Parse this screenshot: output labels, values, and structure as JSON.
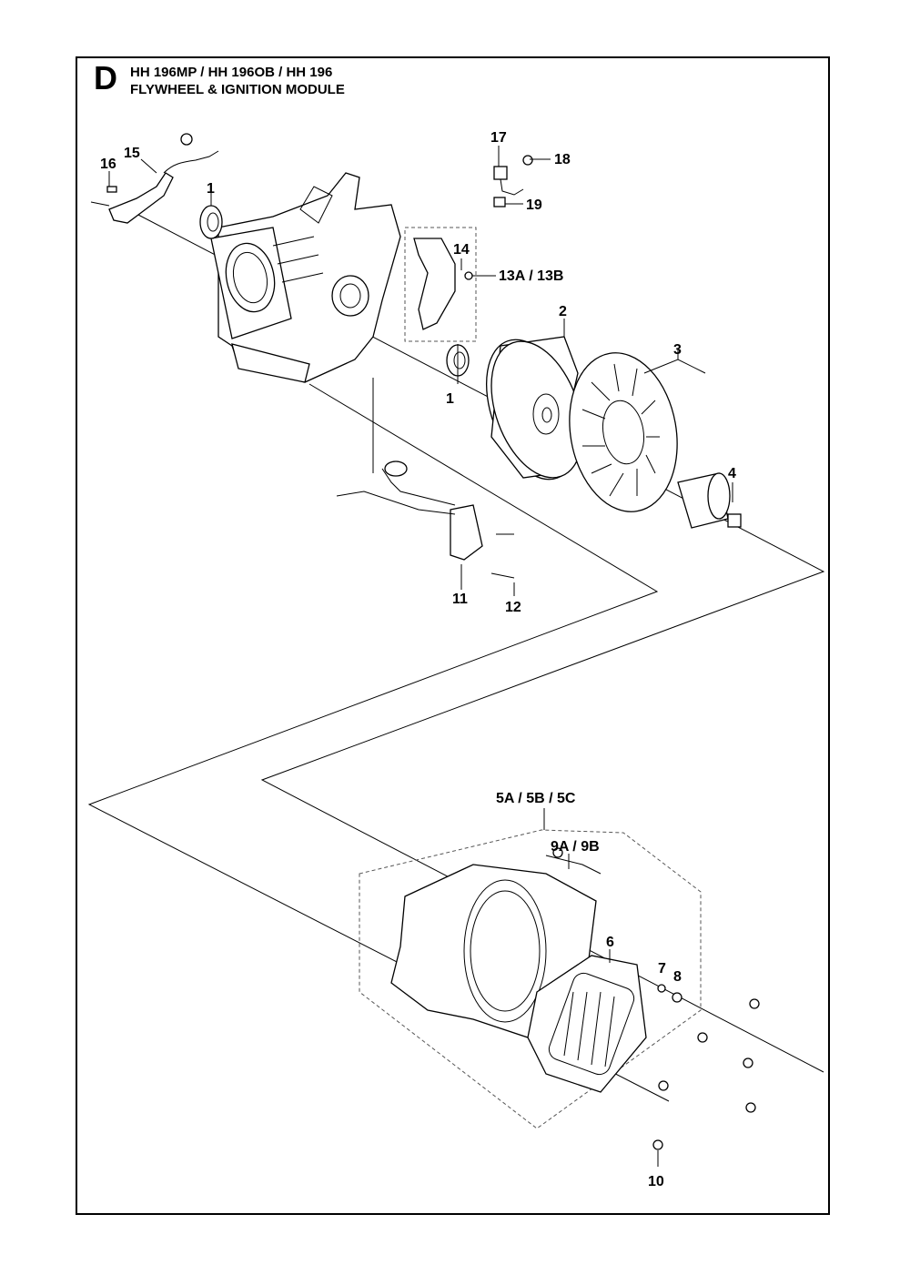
{
  "header": {
    "section_letter": "D",
    "models": "HH 196MP / HH 196OB / HH 196",
    "title": "FLYWHEEL & IGNITION MODULE"
  },
  "callouts": {
    "c1a": "1",
    "c1b": "1",
    "c2": "2",
    "c3": "3",
    "c4": "4",
    "c5": "5A / 5B / 5C",
    "c6": "6",
    "c7": "7",
    "c8": "8",
    "c9": "9A / 9B",
    "c10": "10",
    "c11": "11",
    "c12": "12",
    "c13": "13A / 13B",
    "c14": "14",
    "c15": "15",
    "c16": "16",
    "c17": "17",
    "c18": "18",
    "c19": "19"
  }
}
